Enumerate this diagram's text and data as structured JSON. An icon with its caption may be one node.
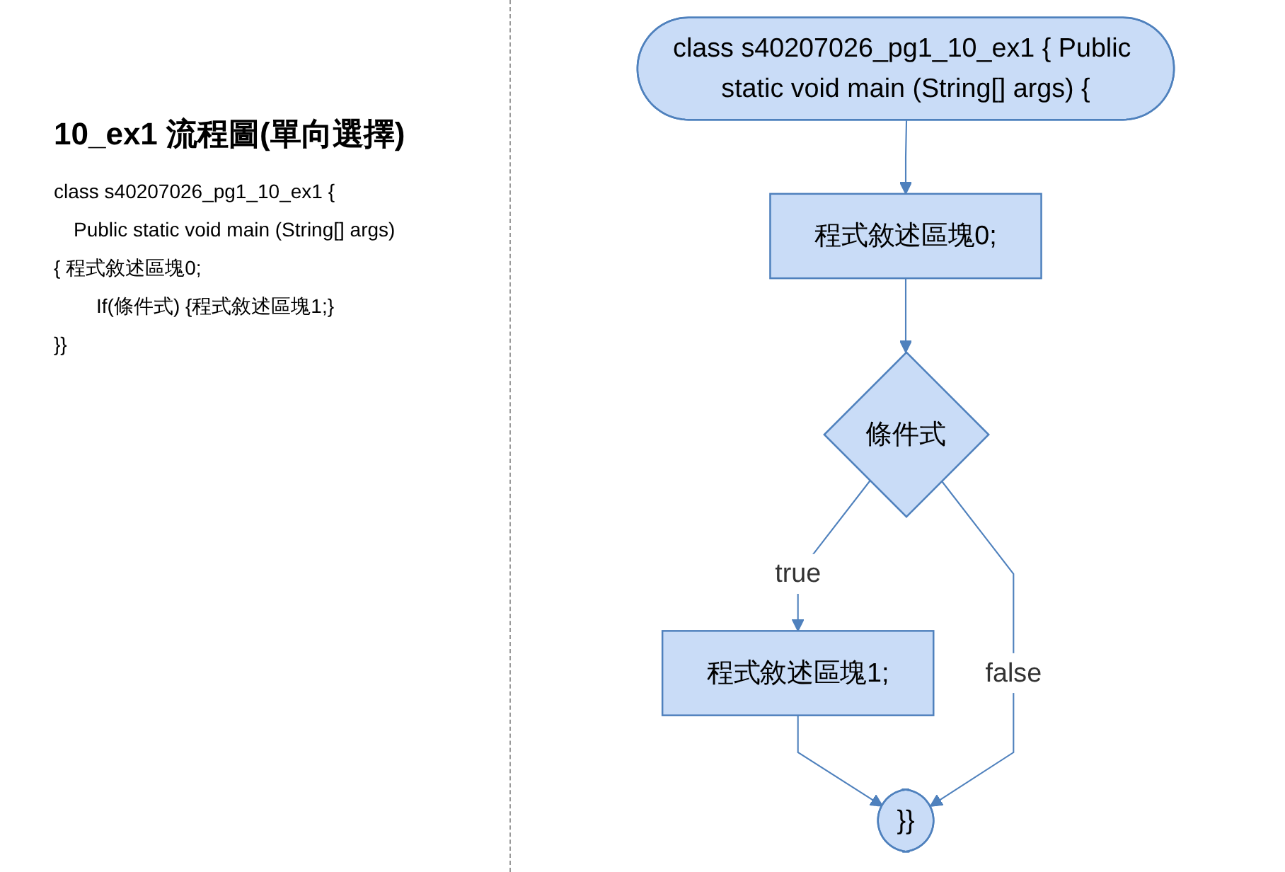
{
  "diagram": {
    "title": "10_ex1 流程圖(單向選擇)",
    "nodes": [
      {
        "text": [
          "class s40207026_pg1_10_ex1 { Public static void main (String[] args) {"
        ]
      },
      {
        "text": [
          "程式敘述區塊0;"
        ]
      },
      {
        "text": [
          "條件式"
        ]
      },
      {
        "text": [
          "程式敘述區塊1;"
        ]
      },
      {
        "text": [
          "}}"
        ]
      }
    ],
    "edges": [
      {
        "from": 0,
        "to": 1,
        "arrow": "to"
      },
      {
        "from": 1,
        "to": 2,
        "arrow": "to"
      },
      {
        "from": 2,
        "to": 3,
        "arrow": "to",
        "label": "true"
      },
      {
        "from": 3,
        "to": 4,
        "arrow": "to"
      },
      {
        "from": 2,
        "to": 4,
        "arrow": "to",
        "label": "false"
      }
    ],
    "labels": [
      "class s40207026_pg1_10_ex1 {",
      "Public static void main (String[] args)",
      "{ 程式敘述區塊0;",
      "If(條件式) {程式敘述區塊1;}",
      "}}"
    ]
  }
}
